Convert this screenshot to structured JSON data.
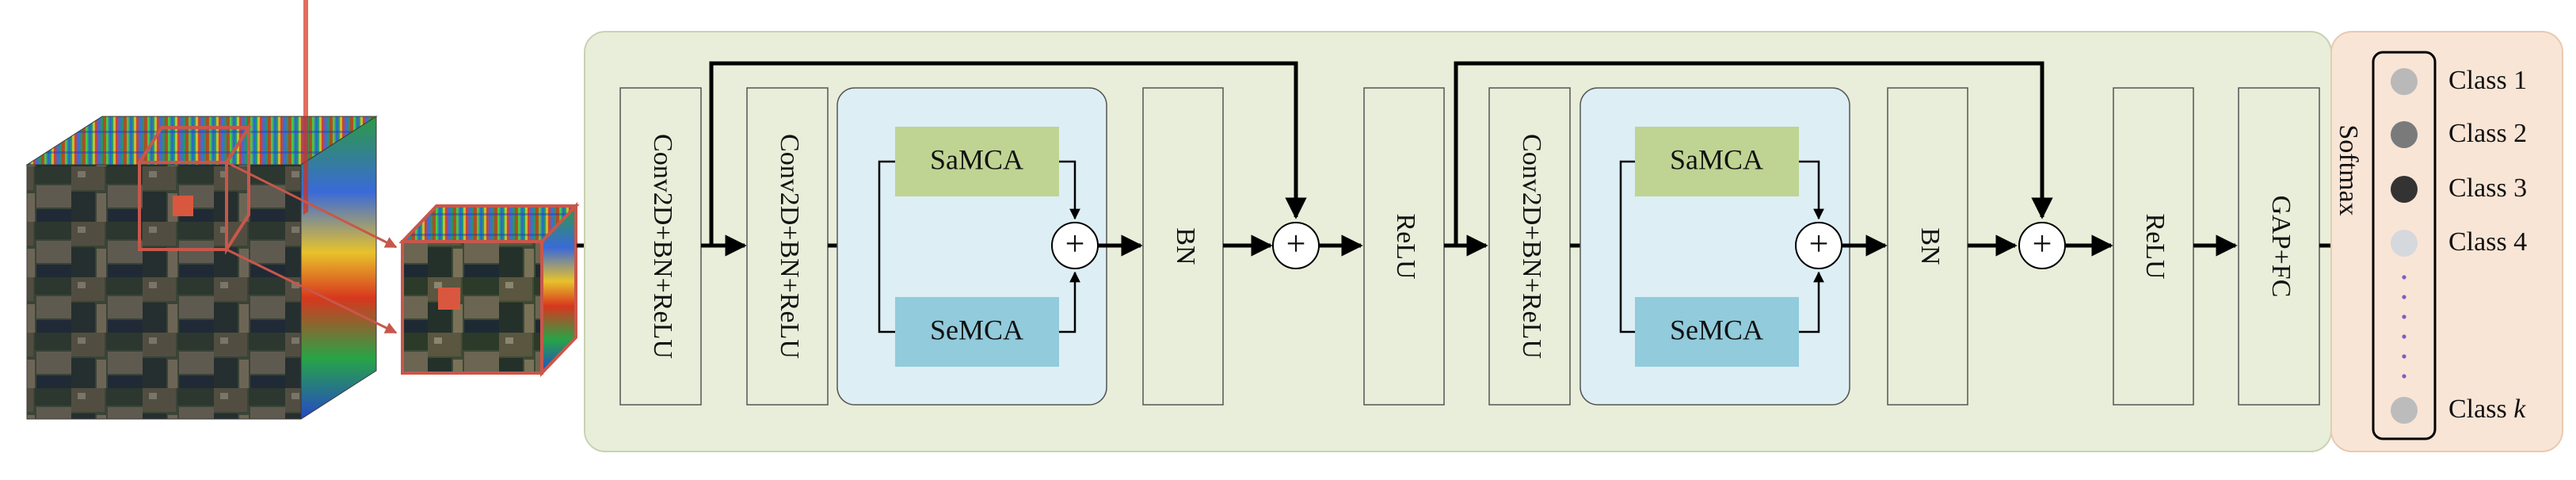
{
  "colors": {
    "main_panel_fill": "#e8eed9",
    "main_panel_stroke": "#c9d2b2",
    "class_panel_fill": "#f9e5d6",
    "class_panel_stroke": "#e9c9b0",
    "attention_block_fill": "#ddeef5",
    "samca_fill": "#bfd493",
    "semca_fill": "#92cbdb",
    "cube_outline": "#c8574b",
    "patch_marker": "#d9573f",
    "arrow": "#000000",
    "class_dot_1": "#b9b9b9",
    "class_dot_2": "#7a7a7a",
    "class_dot_3": "#333333",
    "class_dot_4": "#d5d8dd",
    "class_dot_k": "#bcbcbc",
    "ellipsis_dots": "#7b5fc6"
  },
  "input": {
    "hsi_cube_name": "hyperspectral-cube",
    "patch_cube_name": "patch-cube"
  },
  "blocks": {
    "conv1": "Conv2D+BN+ReLU",
    "conv2": "Conv2D+BN+ReLU",
    "samca_1": "SaMCA",
    "semca_1": "SeMCA",
    "bn_1": "BN",
    "relu_1": "ReLU",
    "conv3": "Conv2D+BN+ReLU",
    "samca_2": "SaMCA",
    "semca_2": "SeMCA",
    "bn_2": "BN",
    "relu_2": "ReLU",
    "gap_fc": "GAP+FC",
    "softmax": "Softmax"
  },
  "operators": {
    "add": "+"
  },
  "classes": [
    {
      "label": "Class 1",
      "color_key": "class_dot_1"
    },
    {
      "label": "Class 2",
      "color_key": "class_dot_2"
    },
    {
      "label": "Class 3",
      "color_key": "class_dot_3"
    },
    {
      "label": "Class 4",
      "color_key": "class_dot_4"
    },
    {
      "label": "Class ",
      "italic_suffix": "k",
      "color_key": "class_dot_k"
    }
  ]
}
